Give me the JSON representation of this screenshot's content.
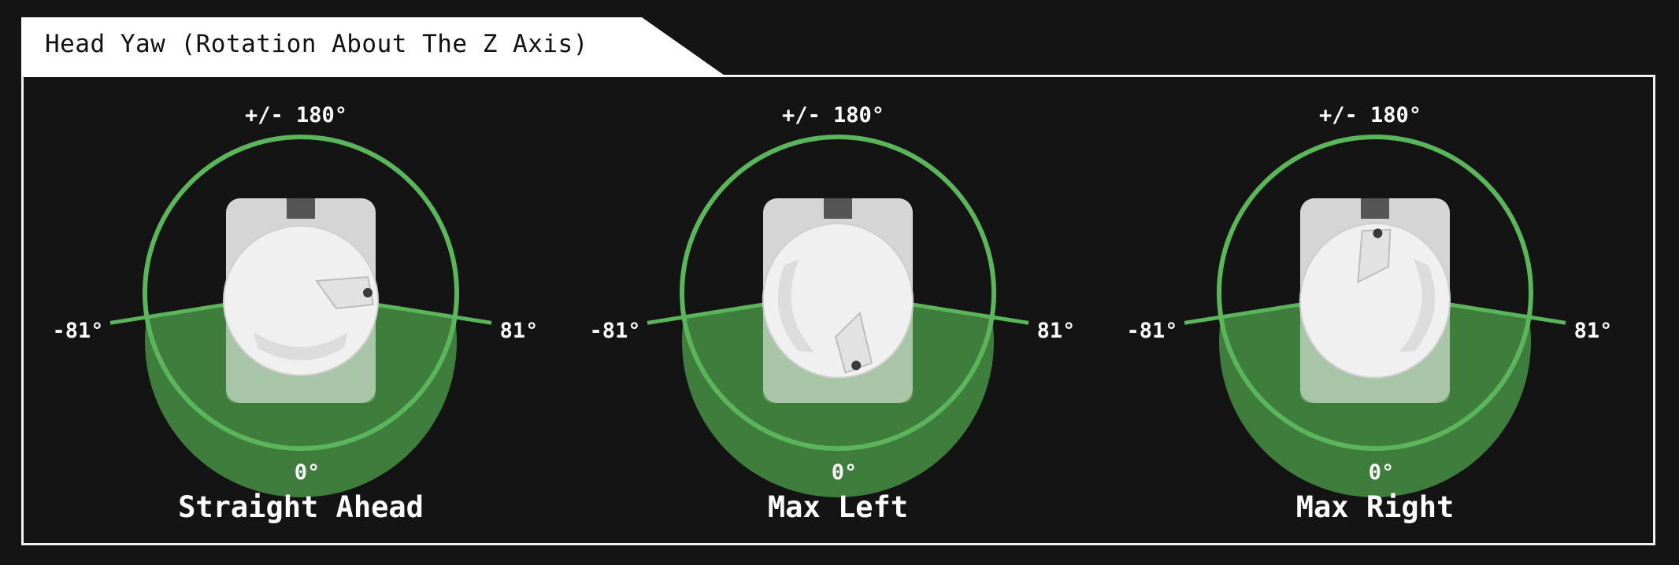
{
  "title": "Head Yaw (Rotation About The Z Axis)",
  "colors": {
    "ring": "#5bb55a",
    "fill": "#3f7d3d",
    "background": "#141414",
    "frame": "#f2f2f2"
  },
  "panels": [
    {
      "caption": "Straight Ahead",
      "top_label": "+/- 180°",
      "bottom_label": "0°",
      "left_label": "-81°",
      "right_label": "81°",
      "yaw_deg": 0
    },
    {
      "caption": "Max Left",
      "top_label": "+/- 180°",
      "bottom_label": "0°",
      "left_label": "-81°",
      "right_label": "81°",
      "yaw_deg": 81
    },
    {
      "caption": "Max Right",
      "top_label": "+/- 180°",
      "bottom_label": "0°",
      "left_label": "-81°",
      "right_label": "81°",
      "yaw_deg": -81
    }
  ]
}
